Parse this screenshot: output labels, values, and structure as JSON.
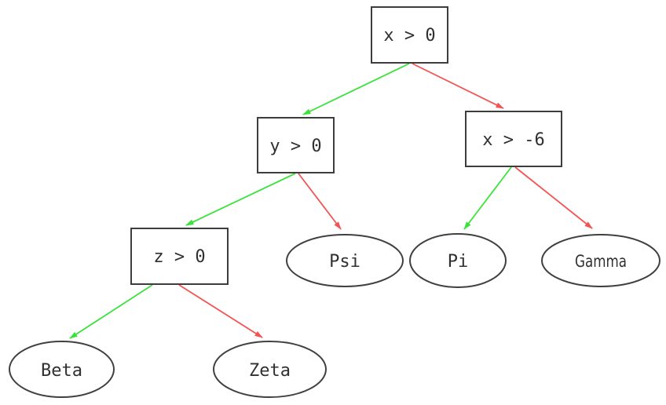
{
  "diagram": {
    "type": "decision-tree",
    "nodes": {
      "root": {
        "label": "x > 0",
        "shape": "box"
      },
      "y0": {
        "label": "y > 0",
        "shape": "box"
      },
      "xm6": {
        "label": "x > -6",
        "shape": "box"
      },
      "z0": {
        "label": "z > 0",
        "shape": "box"
      },
      "psi": {
        "label": "Psi",
        "shape": "ellipse"
      },
      "pi": {
        "label": "Pi",
        "shape": "ellipse"
      },
      "gamma": {
        "label": "Gamma",
        "shape": "ellipse"
      },
      "beta": {
        "label": "Beta",
        "shape": "ellipse"
      },
      "zeta": {
        "label": "Zeta",
        "shape": "ellipse"
      }
    },
    "edges": [
      {
        "from": "x > 0",
        "to": "y > 0",
        "branch": "true"
      },
      {
        "from": "x > 0",
        "to": "x > -6",
        "branch": "false"
      },
      {
        "from": "y > 0",
        "to": "z > 0",
        "branch": "true"
      },
      {
        "from": "y > 0",
        "to": "Psi",
        "branch": "false"
      },
      {
        "from": "x > -6",
        "to": "Pi",
        "branch": "true"
      },
      {
        "from": "x > -6",
        "to": "Gamma",
        "branch": "false"
      },
      {
        "from": "z > 0",
        "to": "Beta",
        "branch": "true"
      },
      {
        "from": "z > 0",
        "to": "Zeta",
        "branch": "false"
      }
    ],
    "colors": {
      "true_edge": "#3ce23c",
      "false_edge": "#f25454"
    }
  }
}
